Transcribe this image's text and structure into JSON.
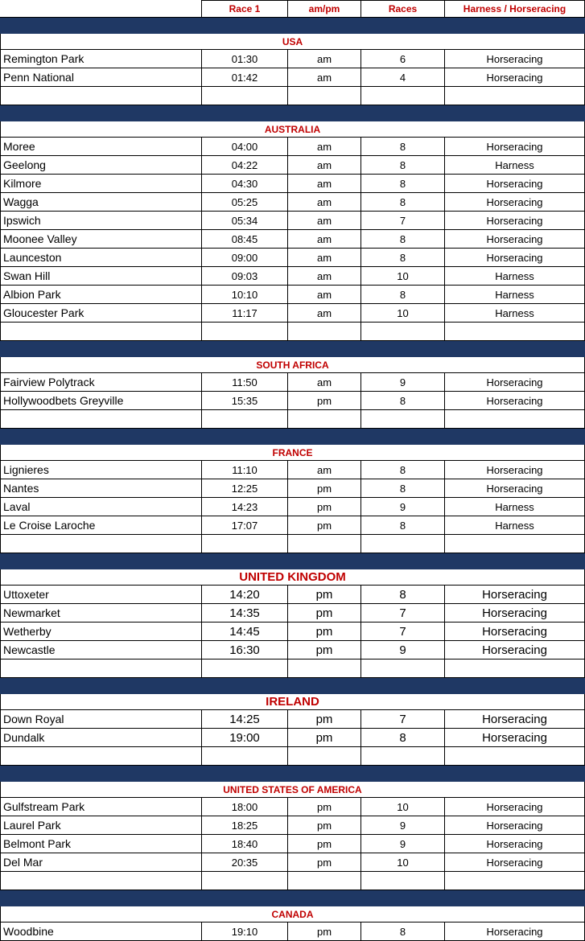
{
  "headers": [
    "",
    "Race 1",
    "am/pm",
    "Races",
    "Harness / Horseracing"
  ],
  "sections": [
    {
      "country": "USA",
      "big": false,
      "rows": [
        {
          "venue": "Remington Park",
          "time": "01:30",
          "ampm": "am",
          "races": "6",
          "type": "Horseracing"
        },
        {
          "venue": "Penn National",
          "time": "01:42",
          "ampm": "am",
          "races": "4",
          "type": "Horseracing"
        }
      ]
    },
    {
      "country": "AUSTRALIA",
      "big": false,
      "rows": [
        {
          "venue": "Moree",
          "time": "04:00",
          "ampm": "am",
          "races": "8",
          "type": "Horseracing"
        },
        {
          "venue": "Geelong",
          "time": "04:22",
          "ampm": "am",
          "races": "8",
          "type": "Harness"
        },
        {
          "venue": "Kilmore",
          "time": "04:30",
          "ampm": "am",
          "races": "8",
          "type": "Horseracing"
        },
        {
          "venue": "Wagga",
          "time": "05:25",
          "ampm": "am",
          "races": "8",
          "type": "Horseracing"
        },
        {
          "venue": "Ipswich",
          "time": "05:34",
          "ampm": "am",
          "races": "7",
          "type": "Horseracing"
        },
        {
          "venue": "Moonee Valley",
          "time": "08:45",
          "ampm": "am",
          "races": "8",
          "type": "Horseracing"
        },
        {
          "venue": "Launceston",
          "time": "09:00",
          "ampm": "am",
          "races": "8",
          "type": "Horseracing"
        },
        {
          "venue": "Swan Hill",
          "time": "09:03",
          "ampm": "am",
          "races": "10",
          "type": "Harness"
        },
        {
          "venue": "Albion Park",
          "time": "10:10",
          "ampm": "am",
          "races": "8",
          "type": "Harness"
        },
        {
          "venue": "Gloucester Park",
          "time": "11:17",
          "ampm": "am",
          "races": "10",
          "type": "Harness"
        }
      ]
    },
    {
      "country": "SOUTH AFRICA",
      "big": false,
      "rows": [
        {
          "venue": "Fairview Polytrack",
          "time": "11:50",
          "ampm": "am",
          "races": "9",
          "type": "Horseracing"
        },
        {
          "venue": "Hollywoodbets Greyville",
          "time": "15:35",
          "ampm": "pm",
          "races": "8",
          "type": "Horseracing"
        }
      ]
    },
    {
      "country": "FRANCE",
      "big": false,
      "rows": [
        {
          "venue": "Lignieres",
          "time": "11:10",
          "ampm": "am",
          "races": "8",
          "type": "Horseracing"
        },
        {
          "venue": "Nantes",
          "time": "12:25",
          "ampm": "pm",
          "races": "8",
          "type": "Horseracing"
        },
        {
          "venue": "Laval",
          "time": "14:23",
          "ampm": "pm",
          "races": "9",
          "type": "Harness"
        },
        {
          "venue": "Le Croise Laroche",
          "time": "17:07",
          "ampm": "pm",
          "races": "8",
          "type": "Harness"
        }
      ]
    },
    {
      "country": "UNITED KINGDOM",
      "big": true,
      "rows": [
        {
          "venue": "Uttoxeter",
          "time": "14:20",
          "ampm": "pm",
          "races": "8",
          "type": "Horseracing"
        },
        {
          "venue": "Newmarket",
          "time": "14:35",
          "ampm": "pm",
          "races": "7",
          "type": "Horseracing"
        },
        {
          "venue": "Wetherby",
          "time": "14:45",
          "ampm": "pm",
          "races": "7",
          "type": "Horseracing"
        },
        {
          "venue": "Newcastle",
          "time": "16:30",
          "ampm": "pm",
          "races": "9",
          "type": "Horseracing"
        }
      ]
    },
    {
      "country": "IRELAND",
      "big": true,
      "rows": [
        {
          "venue": "Down Royal",
          "time": "14:25",
          "ampm": "pm",
          "races": "7",
          "type": "Horseracing"
        },
        {
          "venue": "Dundalk",
          "time": "19:00",
          "ampm": "pm",
          "races": "8",
          "type": "Horseracing"
        }
      ]
    },
    {
      "country": "UNITED STATES OF AMERICA",
      "big": false,
      "rows": [
        {
          "venue": "Gulfstream Park",
          "time": "18:00",
          "ampm": "pm",
          "races": "10",
          "type": "Horseracing"
        },
        {
          "venue": "Laurel Park",
          "time": "18:25",
          "ampm": "pm",
          "races": "9",
          "type": "Horseracing"
        },
        {
          "venue": "Belmont Park",
          "time": "18:40",
          "ampm": "pm",
          "races": "9",
          "type": "Horseracing"
        },
        {
          "venue": "Del Mar",
          "time": "20:35",
          "ampm": "pm",
          "races": "10",
          "type": "Horseracing"
        }
      ]
    },
    {
      "country": "CANADA",
      "big": false,
      "rows": [
        {
          "venue": "Woodbine",
          "time": "19:10",
          "ampm": "pm",
          "races": "8",
          "type": "Horseracing"
        }
      ]
    }
  ],
  "colors": {
    "band": "#1f3864",
    "accent": "#c00000"
  }
}
